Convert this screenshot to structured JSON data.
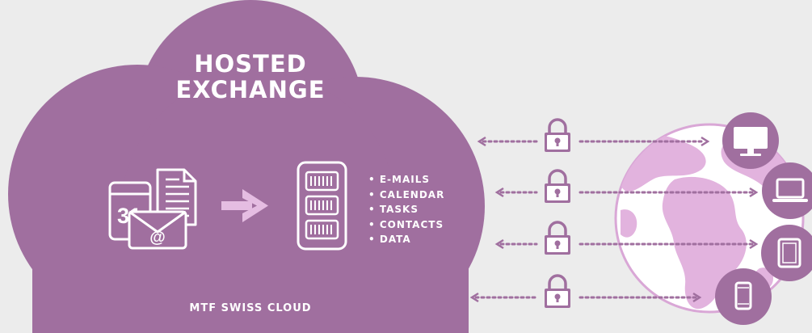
{
  "title": {
    "line1": "HOSTED",
    "line2": "EXCHANGE"
  },
  "features": [
    "E-MAILS",
    "CALENDAR",
    "TASKS",
    "CONTACTS",
    "DATA"
  ],
  "calendar_day": "31",
  "email_symbol": "@",
  "footer": "MTF SWISS CLOUD",
  "colors": {
    "cloud": "#a06f9f",
    "globe_land": "#e2b3de",
    "globe_ocean": "#ffffff",
    "device_circle": "#a06f9f",
    "arrow": "#e5bde2",
    "lock": "#a06f9f",
    "dots": "#a06f9f",
    "background": "#ececec"
  },
  "icons": [
    "calendar-icon",
    "document-icon",
    "email-icon",
    "arrow-right-icon",
    "server-icon",
    "lock-icon",
    "monitor-icon",
    "laptop-icon",
    "tablet-icon",
    "smartphone-icon",
    "globe-icon"
  ]
}
